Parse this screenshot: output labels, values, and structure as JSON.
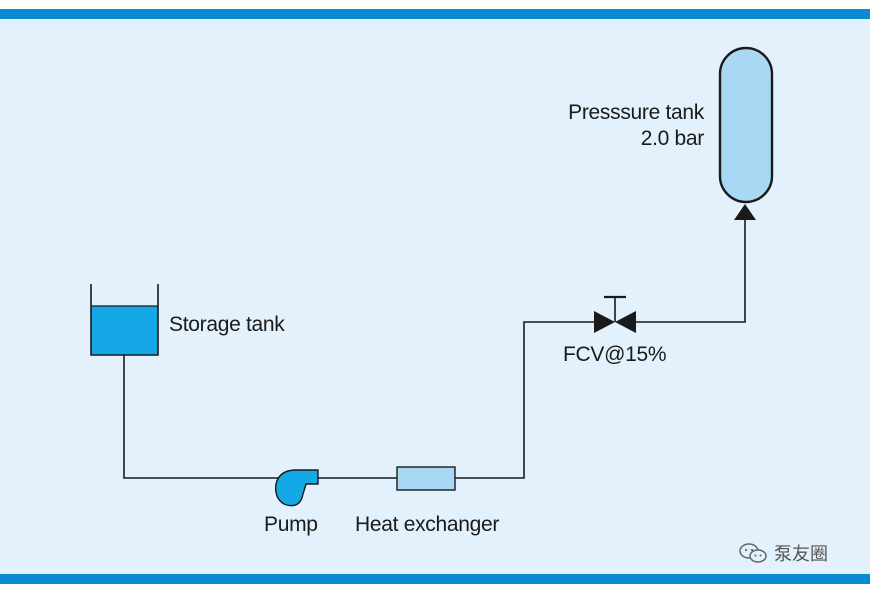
{
  "labels": {
    "storage_tank": "Storage tank",
    "pump": "Pump",
    "heat_exchanger": "Heat exchanger",
    "valve": "FCV@15%",
    "pressure_tank_line1": "Presssure tank",
    "pressure_tank_line2": "2.0 bar"
  },
  "watermark": {
    "text": "泵友圈",
    "icon": "wechat-icon"
  },
  "colors": {
    "background": "#e2f1fb",
    "border_bar": "#0a8ad2",
    "tank_fill": "#14a9e6",
    "pump_fill": "#14a9e6",
    "heat_exchanger_fill": "#a9d8f5",
    "pressure_tank_fill": "#a9d8f5",
    "line": "#1a1a1a"
  }
}
